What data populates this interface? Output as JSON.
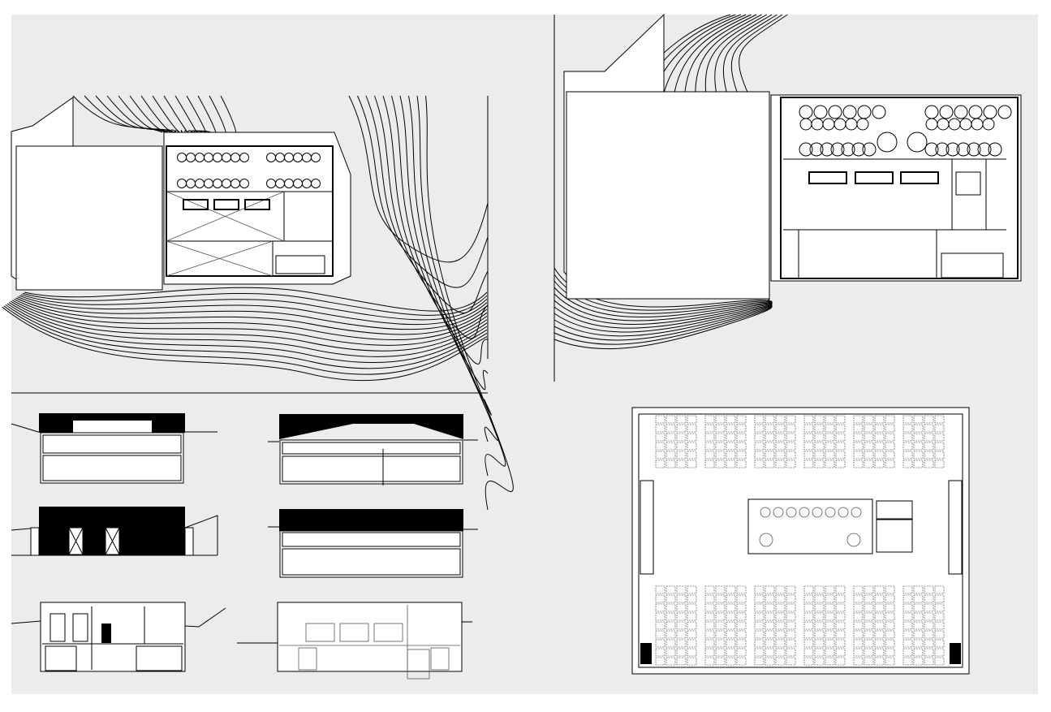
{
  "sheet": {
    "background": "#ffffff",
    "panel_color": "#ececec",
    "line_color": "#000000",
    "drawings": [
      "site-plan-ground",
      "site-plan-upper",
      "elevation-north",
      "elevation-south",
      "elevation-east",
      "elevation-west",
      "section-a",
      "section-b",
      "floor-plan-cellar"
    ]
  }
}
